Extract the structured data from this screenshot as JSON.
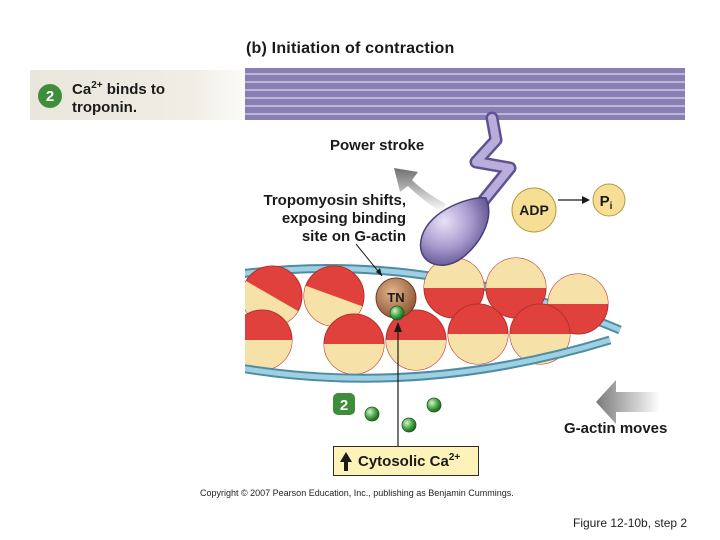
{
  "title": "(b) Initiation of contraction",
  "step": {
    "number": "2",
    "text_line1": "Ca",
    "text_sup": "2+",
    "text_line1_rest": " binds to",
    "text_line2": "troponin."
  },
  "labels": {
    "power_stroke": "Power stroke",
    "tropomyosin_line1": "Tropomyosin shifts,",
    "tropomyosin_line2": "exposing binding",
    "tropomyosin_line3": "site on G-actin",
    "adp": "ADP",
    "pi_main": "P",
    "pi_sub": "i",
    "tn": "TN",
    "step_marker": "2",
    "g_actin_moves": "G-actin moves",
    "cytosolic": "Cytosolic Ca",
    "cytosolic_sup": "2+"
  },
  "copyright": "Copyright © 2007 Pearson Education, Inc., publishing as Benjamin Cummings.",
  "caption": "Figure 12-10b, step 2",
  "colors": {
    "thick_filament": "#8a7fb3",
    "myosin_head": "#a89cd0",
    "actin_red": "#e0413d",
    "actin_cream": "#f6e2a8",
    "tropomyosin": "#8fc3d6",
    "troponin": "#a86a3f",
    "calcium": "#48a648",
    "adp_fill": "#f6df95",
    "step_green": "#3f8c3b"
  }
}
